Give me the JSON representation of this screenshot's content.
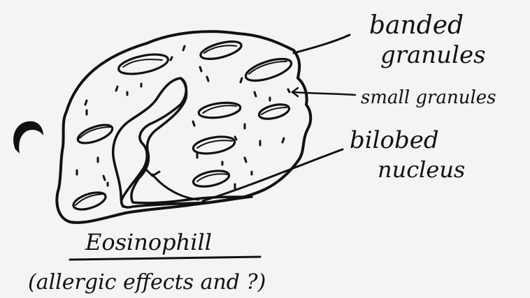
{
  "diagram": {
    "labels": {
      "banded_granules_line1": "banded",
      "banded_granules_line2": "granules",
      "small_granules": "small granules",
      "bilobed_nucleus_line1": "bilobed",
      "bilobed_nucleus_line2": "nucleus",
      "title": "Eosinophill",
      "subtitle": "(allergic effects and ?)"
    },
    "colors": {
      "ink": "#111111",
      "paper": "#f4f4f2"
    }
  }
}
